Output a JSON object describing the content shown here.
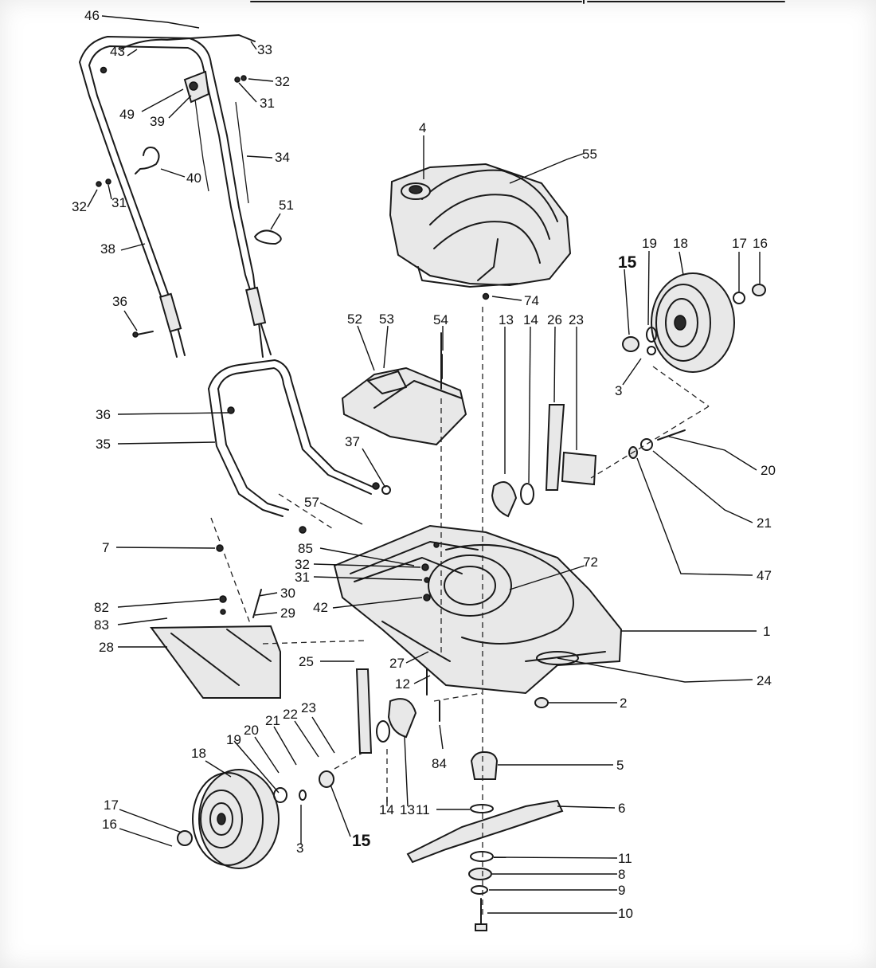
{
  "diagram": {
    "callouts": [
      "46",
      "43",
      "33",
      "32",
      "31",
      "49",
      "39",
      "34",
      "40",
      "32",
      "31",
      "55",
      "4",
      "51",
      "38",
      "36",
      "15",
      "19",
      "18",
      "17",
      "16",
      "74",
      "52",
      "53",
      "54",
      "13",
      "14",
      "26",
      "23",
      "3",
      "36",
      "35",
      "37",
      "20",
      "21",
      "47",
      "57",
      "7",
      "85",
      "32",
      "31",
      "72",
      "30",
      "42",
      "82",
      "29",
      "83",
      "28",
      "1",
      "25",
      "27",
      "24",
      "12",
      "2",
      "84",
      "5",
      "18",
      "19",
      "20",
      "21",
      "22",
      "23",
      "17",
      "16",
      "15",
      "3",
      "14",
      "13",
      "11",
      "6",
      "11",
      "8",
      "9",
      "10"
    ]
  }
}
